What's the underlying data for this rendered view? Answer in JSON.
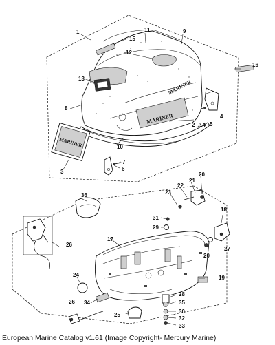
{
  "caption": "European Marine Catalog v1.61 (Image Copyright- Mercury Marine)",
  "decal_texts": {
    "side_decal": "MARINER",
    "rear_decal": "MARINER"
  },
  "callouts": [
    "1",
    "2",
    "3",
    "4",
    "5",
    "6",
    "7",
    "8",
    "9",
    "10",
    "11",
    "12",
    "13",
    "14",
    "15",
    "16",
    "17",
    "18",
    "19",
    "20",
    "20",
    "21",
    "22",
    "23",
    "24",
    "25",
    "26",
    "26",
    "27",
    "28",
    "29",
    "30",
    "31",
    "32",
    "33",
    "34",
    "35",
    "36"
  ]
}
